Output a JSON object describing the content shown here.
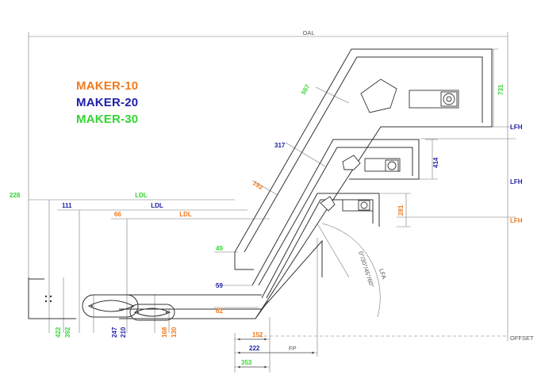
{
  "colors": {
    "orange": "#f07a1e",
    "blue": "#1e1ea8",
    "green": "#33d633",
    "grey": "#555555",
    "line": "#333333"
  },
  "legend": [
    {
      "label": "MAKER-10",
      "color": "#f07a1e"
    },
    {
      "label": "MAKER-20",
      "color": "#1e1ea8"
    },
    {
      "label": "MAKER-30",
      "color": "#33d633"
    }
  ],
  "labels": {
    "oal": "OAL",
    "lfh": "LFH",
    "ldl": "LDL",
    "fp": "FP",
    "offset": "OFFSET",
    "lfa": "LFA",
    "angles": "0°/30°/45°/60°"
  },
  "dims": {
    "d557": "557",
    "d731": "731",
    "d317": "317",
    "d414": "414",
    "d193": "193",
    "d281": "281",
    "d228": "228",
    "d111": "111",
    "d66": "66",
    "d49": "49",
    "d59": "59",
    "d62": "62",
    "d152": "152",
    "d222": "222",
    "d353": "353",
    "d422": "422",
    "d392": "392",
    "d247": "247",
    "d210": "210",
    "d168": "168",
    "d130": "130"
  }
}
